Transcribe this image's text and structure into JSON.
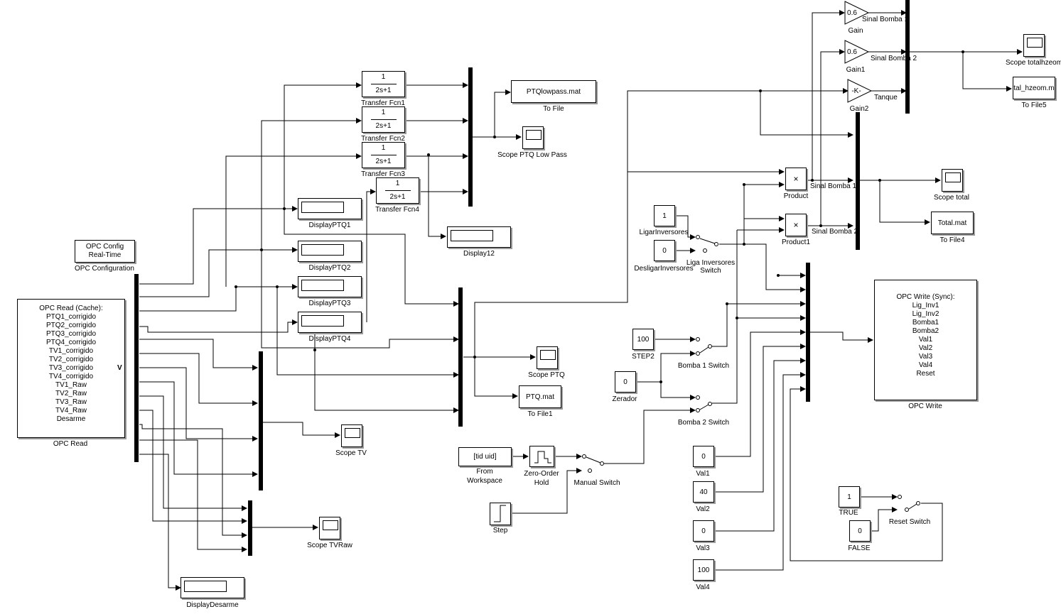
{
  "diagram": {
    "opc_config": {
      "lines": [
        "OPC Config",
        "Real-Time"
      ],
      "label": "OPC Configuration"
    },
    "opc_read": {
      "lines": [
        "OPC Read (Cache):",
        "PTQ1_corrigido",
        "PTQ2_corrigido",
        "PTQ3_corrigido",
        "PTQ4_corrigido",
        "TV1_corrigido",
        "TV2_corrigido",
        "TV3_corrigido",
        "TV4_corrigido",
        "TV1_Raw",
        "TV2_Raw",
        "TV3_Raw",
        "TV4_Raw",
        "Desarme"
      ],
      "port": "V",
      "label": "OPC Read"
    },
    "transfer_fcns": [
      {
        "num": "1",
        "den": "2s+1",
        "label": "Transfer Fcn1"
      },
      {
        "num": "1",
        "den": "2s+1",
        "label": "Transfer Fcn2"
      },
      {
        "num": "1",
        "den": "2s+1",
        "label": "Transfer Fcn3"
      },
      {
        "num": "1",
        "den": "2s+1",
        "label": "Transfer Fcn4"
      }
    ],
    "displays": [
      "DisplayPTQ1",
      "DisplayPTQ2",
      "DisplayPTQ3",
      "DisplayPTQ4",
      "Display12",
      "DisplayDesarme"
    ],
    "scopes": [
      "Scope PTQ Low Pass",
      "Scope PTQ",
      "Scope TV",
      "Scope TVRaw",
      "Scope total",
      "Scope totalhzeom"
    ],
    "to_files": [
      {
        "text": "PTQlowpass.mat",
        "label": "To File"
      },
      {
        "text": "PTQ.mat",
        "label": "To File1"
      },
      {
        "text": "Total.mat",
        "label": "To File4"
      },
      {
        "text": "tal_hzeom.m",
        "label": "To File5"
      }
    ],
    "gains": [
      {
        "text": "0.6",
        "label": "Gain",
        "signal": "Sinal Bomba 1"
      },
      {
        "text": "0.6",
        "label": "Gain1",
        "signal": "Sinal Bomba 2"
      },
      {
        "text": "-K-",
        "label": "Gain2",
        "signal": "Tanque"
      }
    ],
    "products": [
      {
        "symbol": "×",
        "label": "Product",
        "signal": "Sinal Bomba 1"
      },
      {
        "symbol": "×",
        "label": "Product1",
        "signal": "Sinal Bomba 2"
      }
    ],
    "constants": [
      {
        "value": "1",
        "label": "LigarInversores"
      },
      {
        "value": "0",
        "label": "DesligarInversores"
      },
      {
        "value": "100",
        "label": "STEP2"
      },
      {
        "value": "0",
        "label": "Zerador"
      },
      {
        "value": "0",
        "label": "Val1"
      },
      {
        "value": "40",
        "label": "Val2"
      },
      {
        "value": "0",
        "label": "Val3"
      },
      {
        "value": "100",
        "label": "Val4"
      },
      {
        "value": "1",
        "label": "TRUE"
      },
      {
        "value": "0",
        "label": "FALSE"
      }
    ],
    "switches": [
      "Liga Inversores Switch",
      "Bomba 1 Switch",
      "Bomba 2 Switch",
      "Manual Switch",
      "Reset Switch"
    ],
    "from_workspace": {
      "text": "[tid uid]",
      "label_lines": [
        "From",
        "Workspace"
      ]
    },
    "zoh": {
      "label_lines": [
        "Zero-Order",
        "Hold"
      ]
    },
    "step": {
      "label": "Step"
    },
    "opc_write": {
      "lines": [
        "OPC Write (Sync):",
        "Lig_Inv1",
        "Lig_Inv2",
        "Bomba1",
        "Bomba2",
        "Val1",
        "Val2",
        "Val3",
        "Val4",
        "Reset"
      ],
      "label": "OPC Write"
    }
  }
}
